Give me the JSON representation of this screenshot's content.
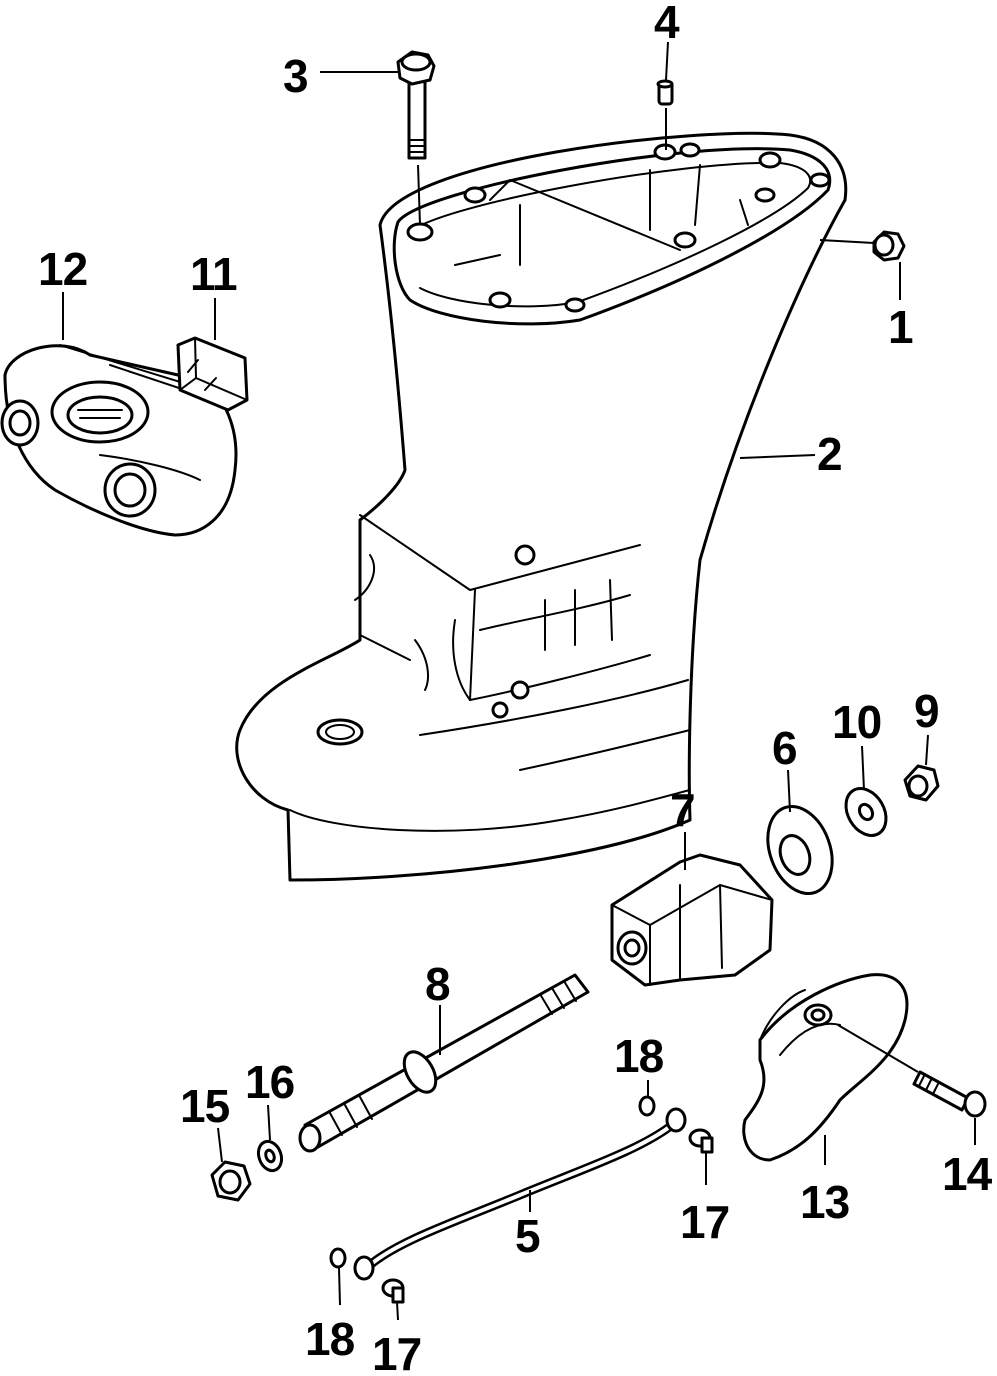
{
  "diagram": {
    "callouts": {
      "c1": "1",
      "c2": "2",
      "c3": "3",
      "c4": "4",
      "c5": "5",
      "c6": "6",
      "c7": "7",
      "c8": "8",
      "c9": "9",
      "c10": "10",
      "c11": "11",
      "c12": "12",
      "c13": "13",
      "c14": "14",
      "c15": "15",
      "c16": "16",
      "c17a": "17",
      "c17b": "17",
      "c18a": "18",
      "c18b": "18"
    }
  }
}
